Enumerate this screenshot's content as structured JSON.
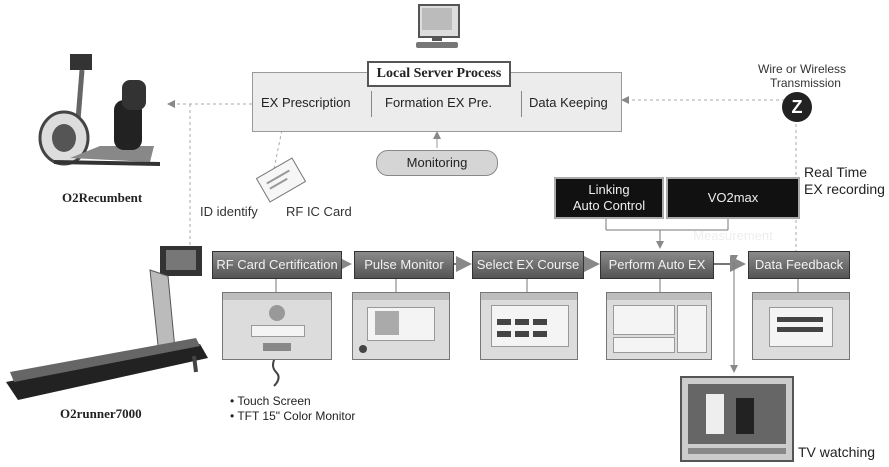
{
  "server": {
    "title": "Local Server Process",
    "items": [
      "EX Prescription",
      "Formation EX Pre.",
      "Data Keeping"
    ],
    "monitoring": "Monitoring"
  },
  "wireless": {
    "label_line1": "Wire or Wireless",
    "label_line2": "Transmission",
    "logo_letter": "Z"
  },
  "realtime": {
    "line1": "Real Time",
    "line2": "EX recording"
  },
  "devices": {
    "recumbent": "O2Recumbent",
    "runner": "O2runner7000"
  },
  "card": {
    "id_label": "ID identify",
    "rf_label": "RF IC Card"
  },
  "linking": {
    "line1": "Linking",
    "line2": "Auto Control",
    "vo2": "VO2max Measurement"
  },
  "steps": [
    "RF Card Certification",
    "Pulse Monitor",
    "Select EX Course",
    "Perform Auto EX",
    "Data Feedback"
  ],
  "features": [
    "• Touch Screen",
    "• TFT 15\" Color Monitor"
  ],
  "tv": "TV watching"
}
